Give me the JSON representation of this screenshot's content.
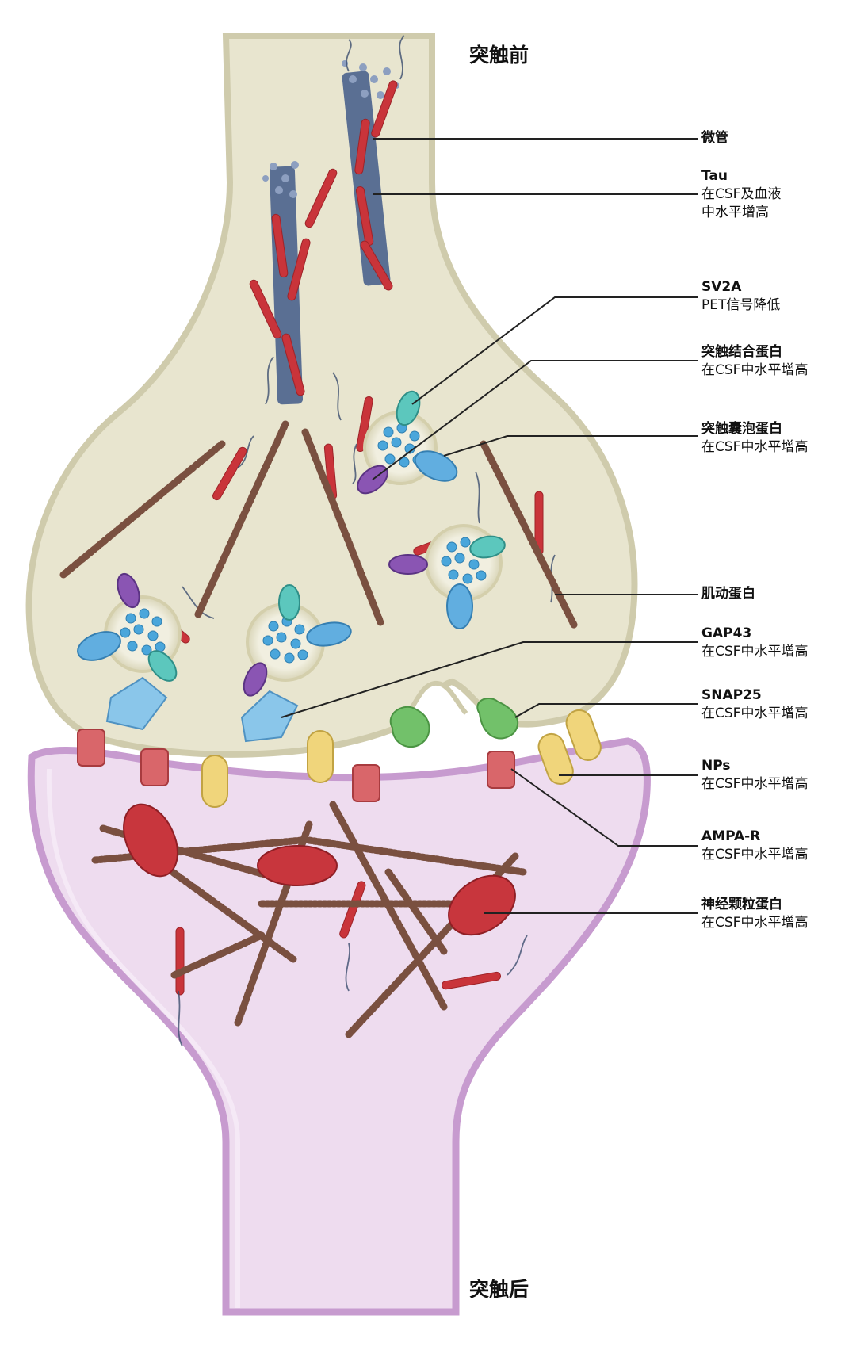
{
  "headings": {
    "presynaptic": "突触前",
    "postsynaptic": "突触后"
  },
  "labels": [
    {
      "id": "microtubule",
      "title": "微管",
      "sub": ""
    },
    {
      "id": "tau",
      "title": "Tau",
      "sub": "在CSF及血液",
      "sub2": "中水平增高"
    },
    {
      "id": "sv2a",
      "title": "SV2A",
      "sub": "PET信号降低"
    },
    {
      "id": "synaptotagmin",
      "title": "突触结合蛋白",
      "sub": "在CSF中水平增高"
    },
    {
      "id": "synaptophysin",
      "title": "突触囊泡蛋白",
      "sub": "在CSF中水平增高"
    },
    {
      "id": "actin",
      "title": "肌动蛋白",
      "sub": ""
    },
    {
      "id": "gap43",
      "title": "GAP43",
      "sub": "在CSF中水平增高"
    },
    {
      "id": "snap25",
      "title": "SNAP25",
      "sub": "在CSF中水平增高"
    },
    {
      "id": "nps",
      "title": "NPs",
      "sub": "在CSF中水平增高"
    },
    {
      "id": "ampar",
      "title": "AMPA-R",
      "sub": "在CSF中水平增高"
    },
    {
      "id": "neurogranin",
      "title": "神经颗粒蛋白",
      "sub": "在CSF中水平增高"
    }
  ],
  "colors": {
    "pre_fill": "#e8e5cf",
    "pre_stroke": "#cfcbac",
    "post_fill": "#eedcef",
    "post_stroke": "#c79bcf",
    "microtubule": "#5a6f93",
    "tau": "#c9343a",
    "actin": "#7a5040",
    "vesicle": "#4aa6db",
    "sv2a": "#5cc7bd",
    "synaptotagmin": "#8a55b3",
    "synaptophysin": "#61aee0",
    "gap43": "#8ac6ea",
    "snap25": "#72c16a",
    "nps": "#f0d57b",
    "ampar": "#d9666a",
    "neurogranin": "#c8363d"
  }
}
